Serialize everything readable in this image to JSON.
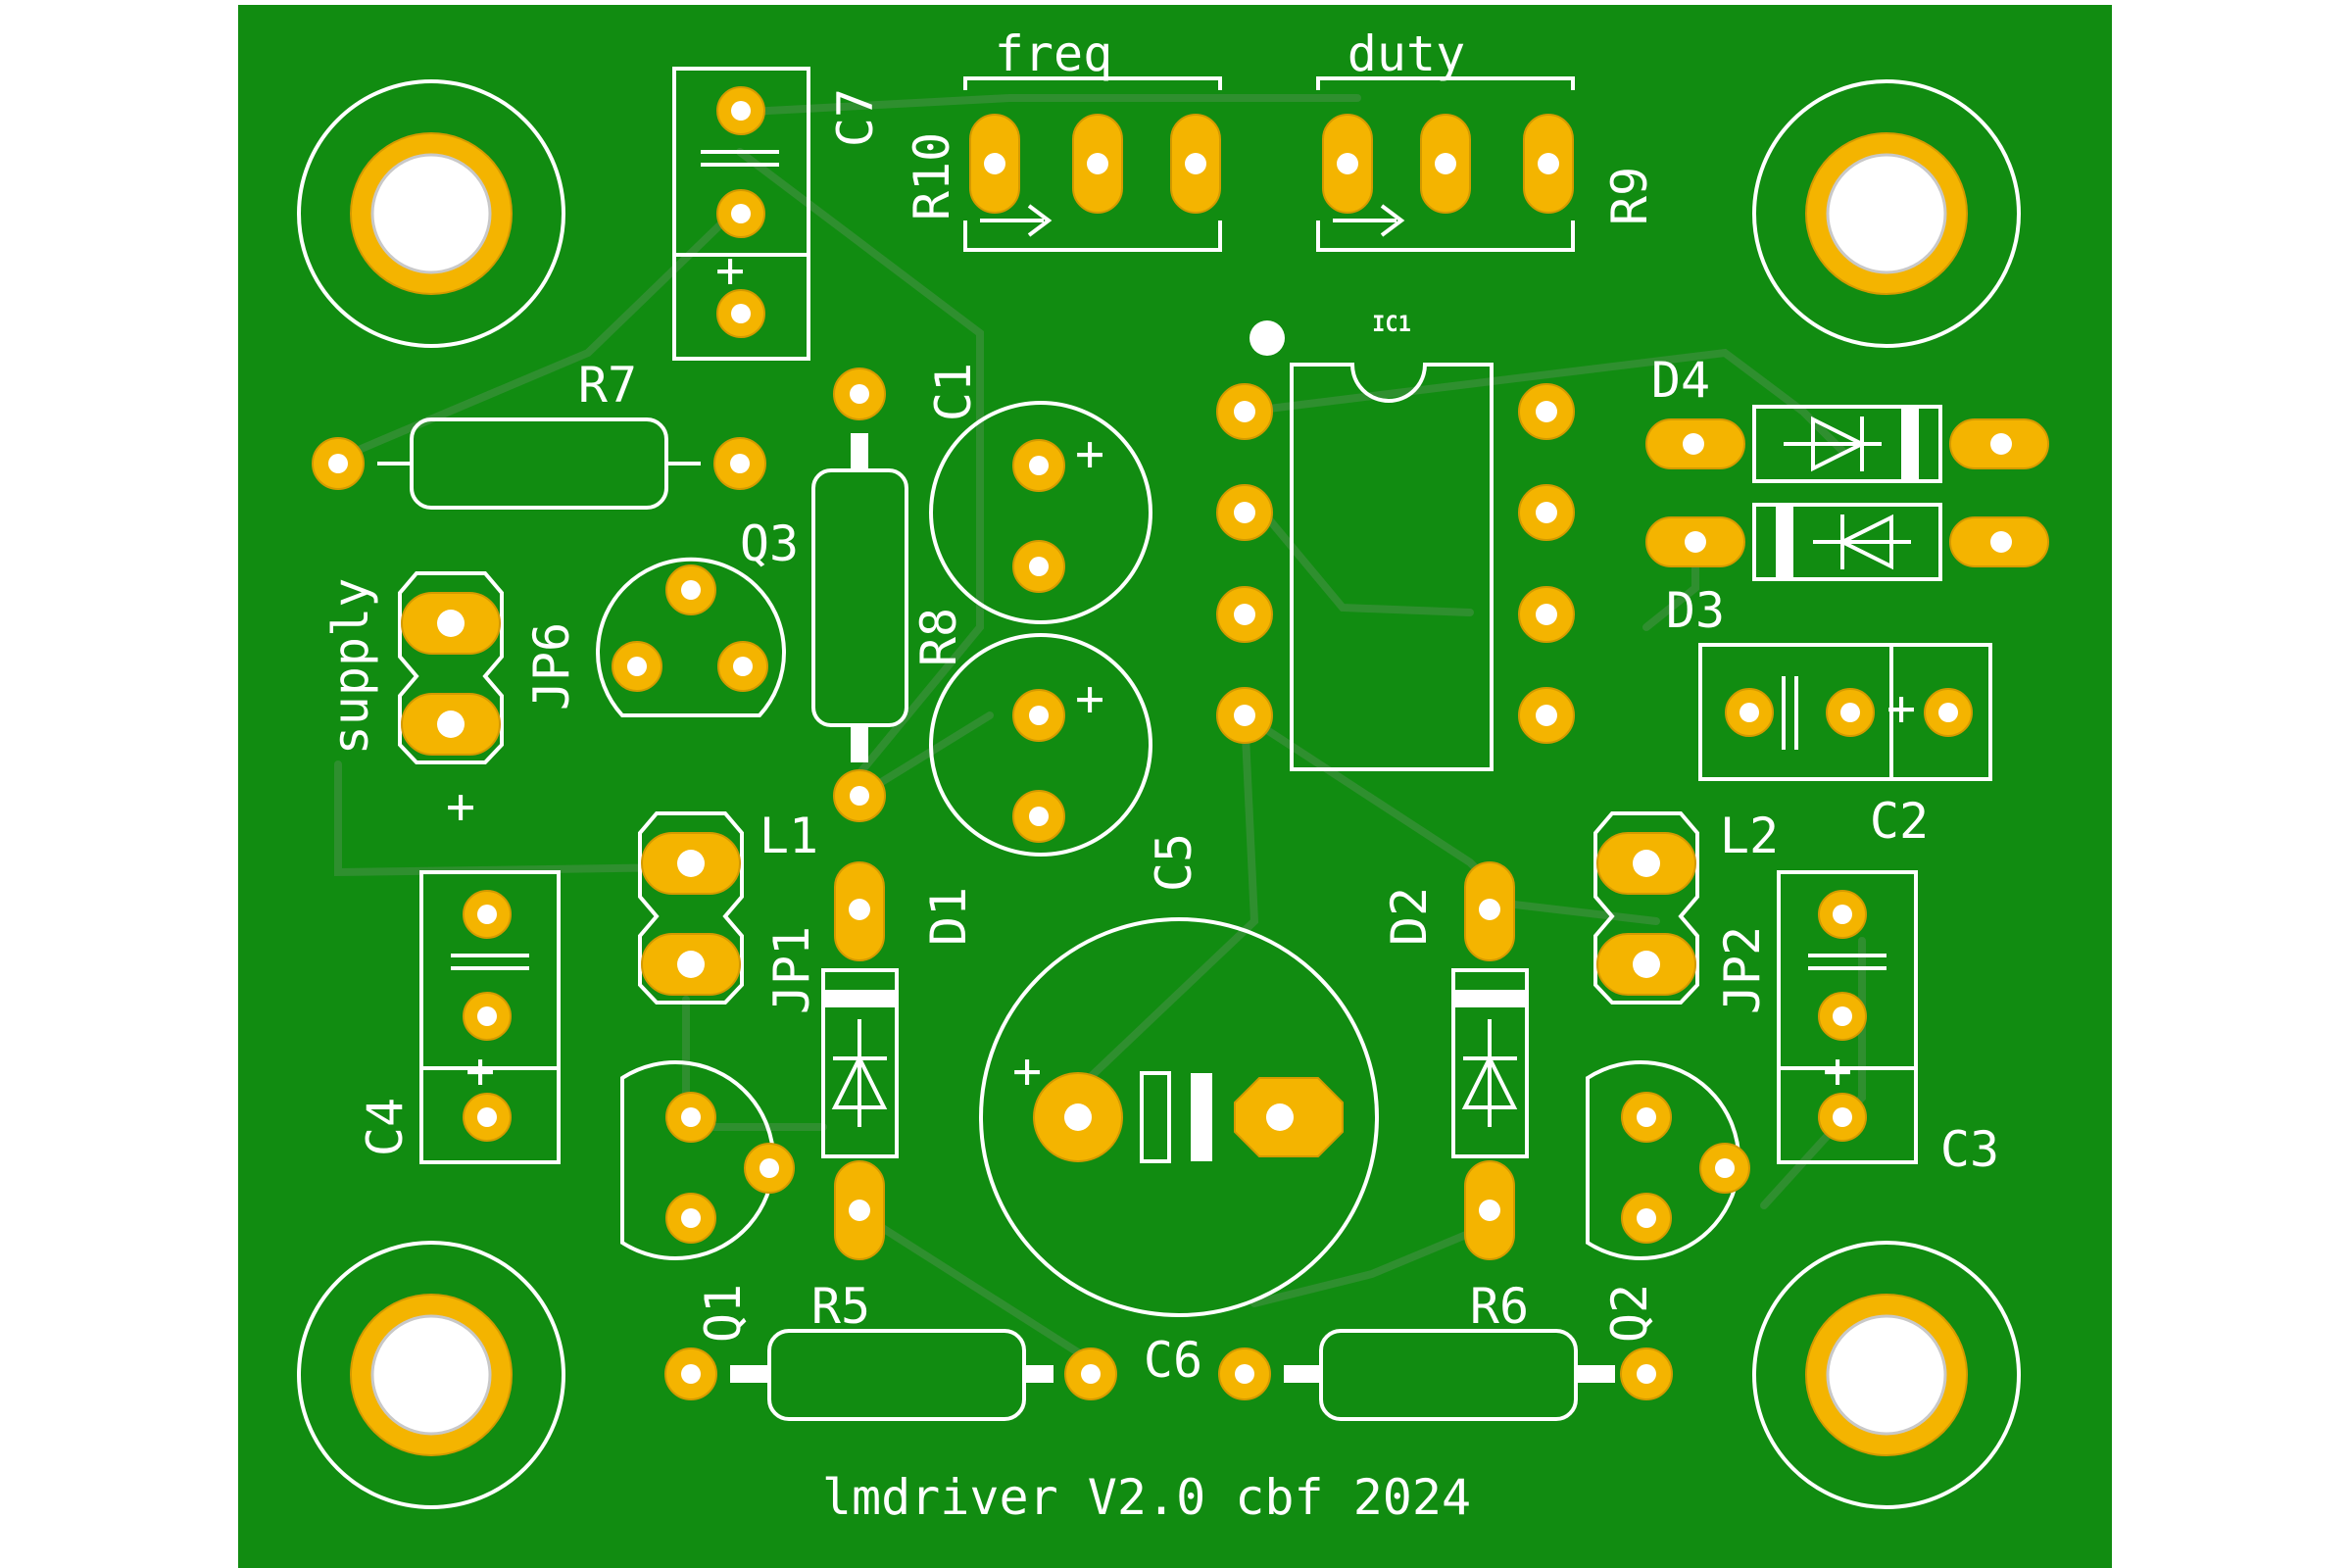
{
  "board": {
    "title": "lmdriver V2.0 cbf 2024",
    "colors": {
      "board": "#118c11",
      "trace": "#2f8f2f",
      "pad": "#f4b400",
      "silkscreen": "#ffffff"
    }
  },
  "labels": {
    "freq": "freq",
    "duty": "duty",
    "C7": "C7",
    "R10": "R10",
    "R9": "R9",
    "IC1": "IC1",
    "R7": "R7",
    "C1": "C1",
    "D4": "D4",
    "D3": "D3",
    "Q3": "Q3",
    "supply": "supply",
    "JP6": "JP6",
    "R8": "R8",
    "C2": "C2",
    "L1": "L1",
    "L2": "L2",
    "C5": "C5",
    "D1": "D1",
    "D2": "D2",
    "JP1": "JP1",
    "JP2": "JP2",
    "C4": "C4",
    "C3": "C3",
    "Q1": "Q1",
    "Q2": "Q2",
    "R5": "R5",
    "R6": "R6",
    "C6": "C6",
    "plus": "+"
  }
}
